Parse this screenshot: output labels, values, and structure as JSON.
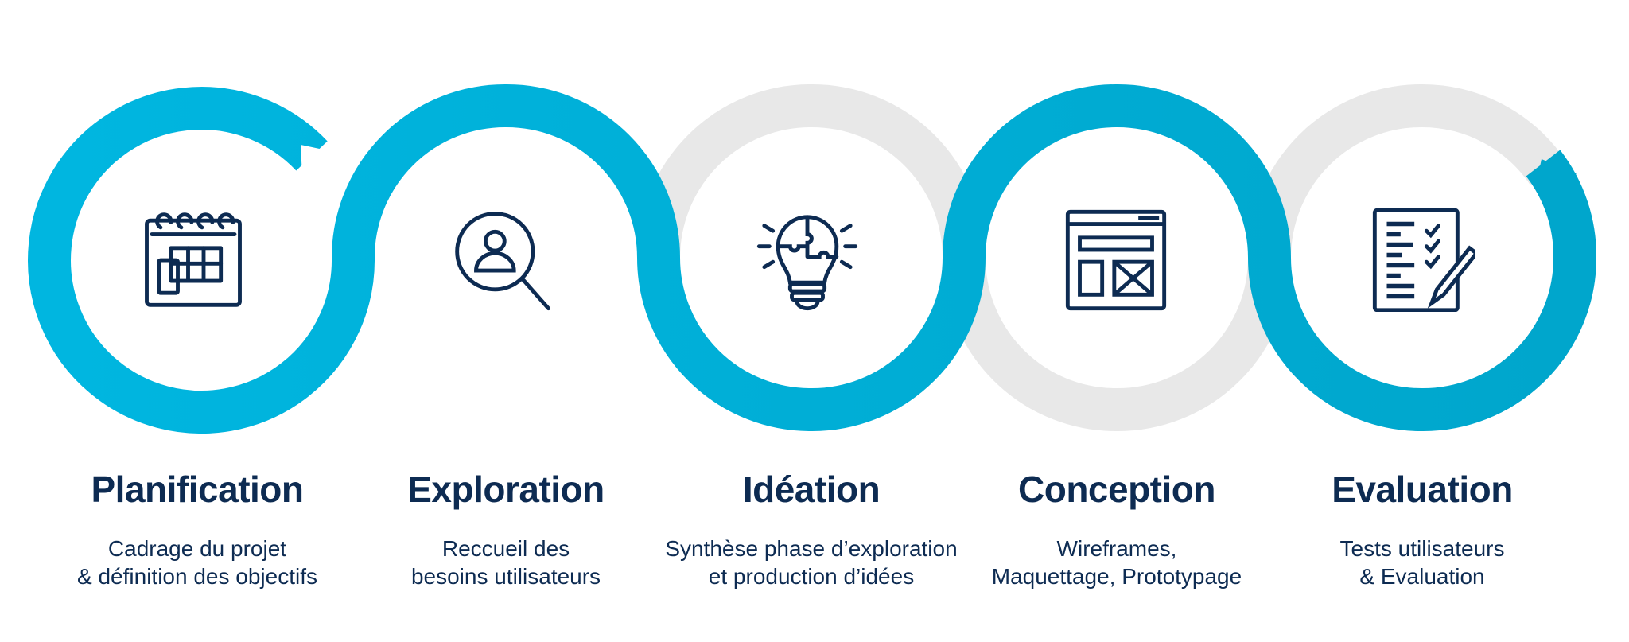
{
  "colors": {
    "wave_blue_start": "#00b6e0",
    "wave_blue_end": "#00a6cc",
    "wave_gray": "#e8e8e8",
    "text_navy": "#0d2b52"
  },
  "steps": [
    {
      "title": "Planification",
      "desc_line1": "Cadrage du projet",
      "desc_line2": "& définition des objectifs",
      "icon": "calendar-icon"
    },
    {
      "title": "Exploration",
      "desc_line1": "Reccueil des",
      "desc_line2": "besoins utilisateurs",
      "icon": "user-search-icon"
    },
    {
      "title": "Idéation",
      "desc_line1": "Synthèse phase d’exploration",
      "desc_line2": "et production d’idées",
      "icon": "lightbulb-puzzle-icon"
    },
    {
      "title": "Conception",
      "desc_line1": "Wireframes,",
      "desc_line2": "Maquettage, Prototypage",
      "icon": "wireframe-icon"
    },
    {
      "title": "Evaluation",
      "desc_line1": "Tests utilisateurs",
      "desc_line2": "& Evaluation",
      "icon": "checklist-pencil-icon"
    }
  ]
}
